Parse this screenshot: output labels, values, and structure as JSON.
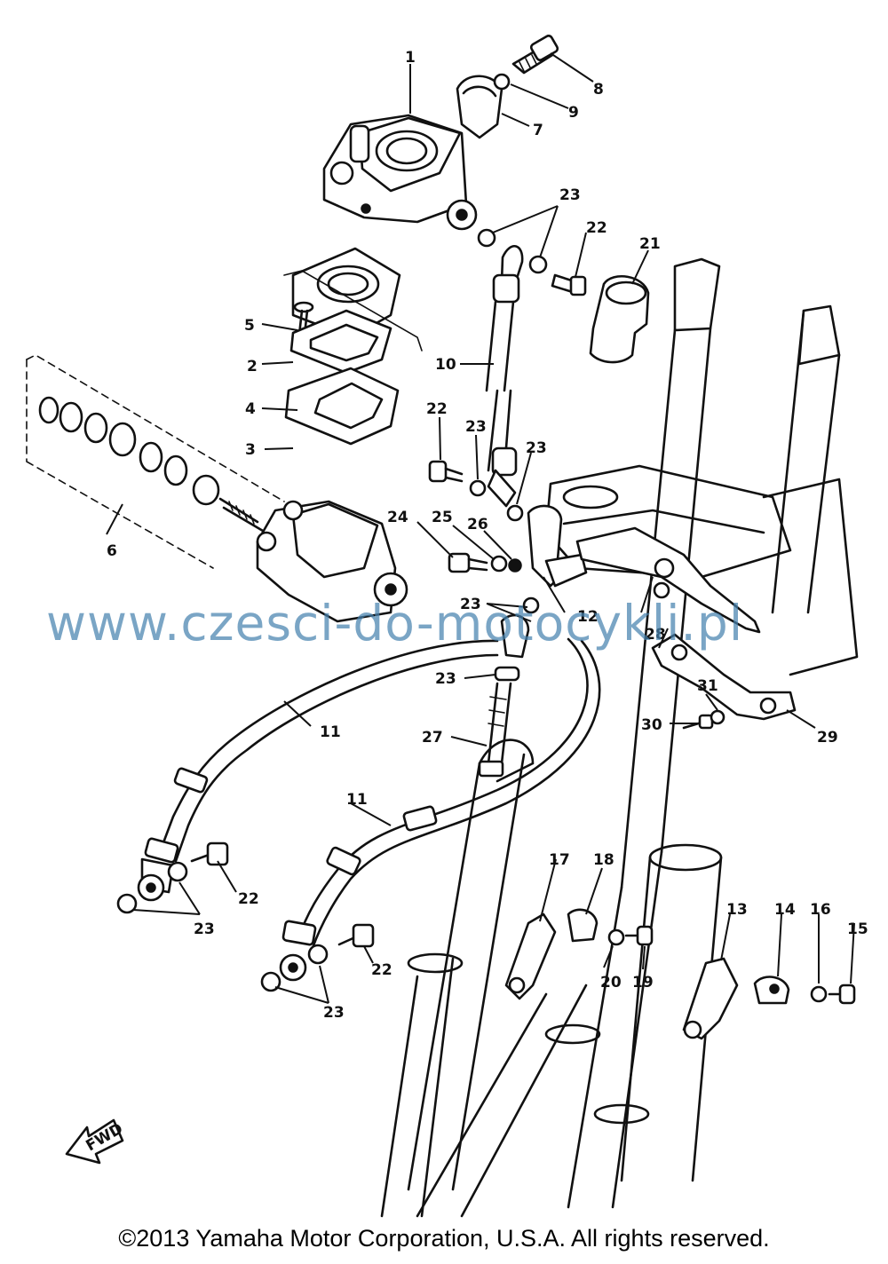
{
  "watermark": "www.czesci-do-motocykli.pl",
  "copyright": "©2013 Yamaha Motor Corporation, U.S.A. All rights reserved.",
  "fwd_label": "FWD",
  "callouts": [
    {
      "id": "c1",
      "label": "1"
    },
    {
      "id": "c8",
      "label": "8"
    },
    {
      "id": "c9",
      "label": "9"
    },
    {
      "id": "c7",
      "label": "7"
    },
    {
      "id": "c23a",
      "label": "23"
    },
    {
      "id": "c22a",
      "label": "22"
    },
    {
      "id": "c21",
      "label": "21"
    },
    {
      "id": "c5",
      "label": "5"
    },
    {
      "id": "c2",
      "label": "2"
    },
    {
      "id": "c4",
      "label": "4"
    },
    {
      "id": "c3",
      "label": "3"
    },
    {
      "id": "c10",
      "label": "10"
    },
    {
      "id": "c22b",
      "label": "22"
    },
    {
      "id": "c23b",
      "label": "23"
    },
    {
      "id": "c23c",
      "label": "23"
    },
    {
      "id": "c6",
      "label": "6"
    },
    {
      "id": "c24",
      "label": "24"
    },
    {
      "id": "c25",
      "label": "25"
    },
    {
      "id": "c26",
      "label": "26"
    },
    {
      "id": "c23d",
      "label": "23"
    },
    {
      "id": "c12",
      "label": "12"
    },
    {
      "id": "c28",
      "label": "28"
    },
    {
      "id": "c23e",
      "label": "23"
    },
    {
      "id": "c27",
      "label": "27"
    },
    {
      "id": "c11a",
      "label": "11"
    },
    {
      "id": "c30",
      "label": "30"
    },
    {
      "id": "c31",
      "label": "31"
    },
    {
      "id": "c29",
      "label": "29"
    },
    {
      "id": "c11b",
      "label": "11"
    },
    {
      "id": "c17",
      "label": "17"
    },
    {
      "id": "c18",
      "label": "18"
    },
    {
      "id": "c13",
      "label": "13"
    },
    {
      "id": "c14",
      "label": "14"
    },
    {
      "id": "c16",
      "label": "16"
    },
    {
      "id": "c15",
      "label": "15"
    },
    {
      "id": "c22c",
      "label": "22"
    },
    {
      "id": "c23f",
      "label": "23"
    },
    {
      "id": "c20",
      "label": "20"
    },
    {
      "id": "c19",
      "label": "19"
    },
    {
      "id": "c22d",
      "label": "22"
    },
    {
      "id": "c23g",
      "label": "23"
    }
  ]
}
